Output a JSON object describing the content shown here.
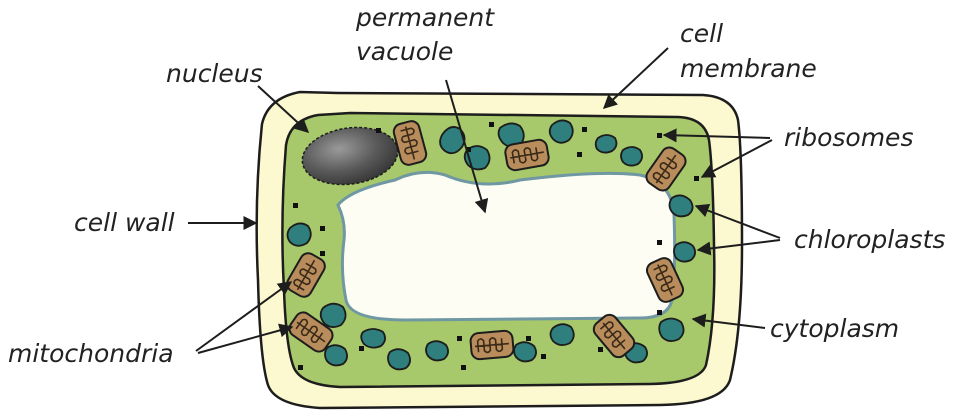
{
  "diagram": {
    "labels": {
      "nucleus": "nucleus",
      "permanent_vacuole_line1": "permanent",
      "permanent_vacuole_line2": "vacuole",
      "cell_membrane_line1": "cell",
      "cell_membrane_line2": "membrane",
      "ribosomes": "ribosomes",
      "chloroplasts": "chloroplasts",
      "cytoplasm": "cytoplasm",
      "cell_wall": "cell wall",
      "mitochondria": "mitochondria"
    },
    "colors": {
      "cell_wall": "#fcf8cf",
      "cytoplasm": "#a7c86b",
      "vacuole": "#fdfdf3",
      "vacuole_edge": "#6f98a2",
      "chloroplast": "#2e7f7d",
      "mitochondrion": "#b98c5c",
      "nucleus": "#666666",
      "ribosome": "#111111",
      "outline": "#1d1d1d"
    }
  }
}
